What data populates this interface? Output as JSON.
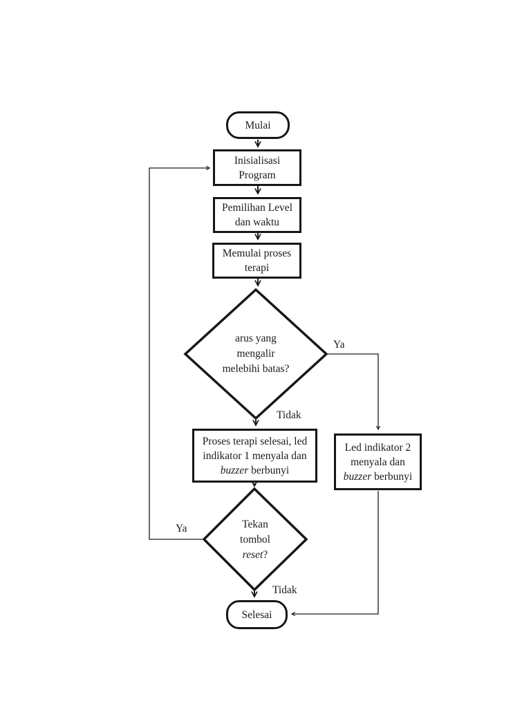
{
  "diagram": {
    "nodes": {
      "start": {
        "label": "Mulai"
      },
      "init": {
        "label": "Inisialisasi Program"
      },
      "level": {
        "label": "Pemilihan Level dan waktu"
      },
      "begin_therapy": {
        "label": "Memulai proses terapi"
      },
      "decision_current": {
        "label": "arus yang mengalir melebihi batas?"
      },
      "therapy_done": {
        "pre": "Proses terapi selesai, led indikator 1 menyala dan",
        "em": "buzzer",
        "post": "berbunyi"
      },
      "led2": {
        "pre": "Led indikator 2 menyala dan",
        "em": "buzzer",
        "post": "berbunyi"
      },
      "decision_reset": {
        "line1": "Tekan",
        "line2": "tombol",
        "em": "reset",
        "suffix": "?"
      },
      "end": {
        "label": "Selesai"
      }
    },
    "edge_labels": {
      "yes1": "Ya",
      "no1": "Tidak",
      "yes2": "Ya",
      "no2": "Tidak"
    },
    "colors": {
      "line": "#1b1b1b",
      "shape_border": "#161616",
      "background": "#ffffff"
    }
  }
}
